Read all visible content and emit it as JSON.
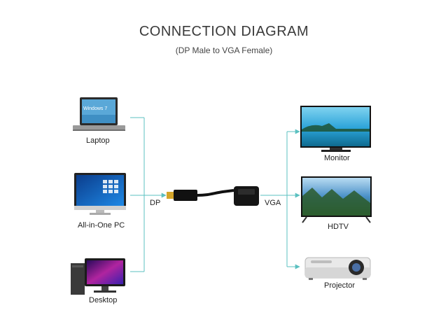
{
  "header": {
    "title": "CONNECTION DIAGRAM",
    "subtitle": "(DP Male to VGA Female)"
  },
  "sources": [
    {
      "label": "Laptop",
      "icon": "laptop-icon",
      "screen_text": "Windows 7"
    },
    {
      "label": "All-in-One PC",
      "icon": "all-in-one-pc-icon"
    },
    {
      "label": "Desktop",
      "icon": "desktop-pc-icon"
    }
  ],
  "adapter": {
    "input_label": "DP",
    "output_label": "VGA",
    "icon": "dp-to-vga-adapter-icon"
  },
  "outputs": [
    {
      "label": "Monitor",
      "icon": "monitor-icon"
    },
    {
      "label": "HDTV",
      "icon": "hdtv-icon"
    },
    {
      "label": "Projector",
      "icon": "projector-icon"
    }
  ],
  "colors": {
    "connector_line": "#5bc0c0",
    "device_dark": "#2b2b2b",
    "screen_blue": "#1e6fc0"
  }
}
